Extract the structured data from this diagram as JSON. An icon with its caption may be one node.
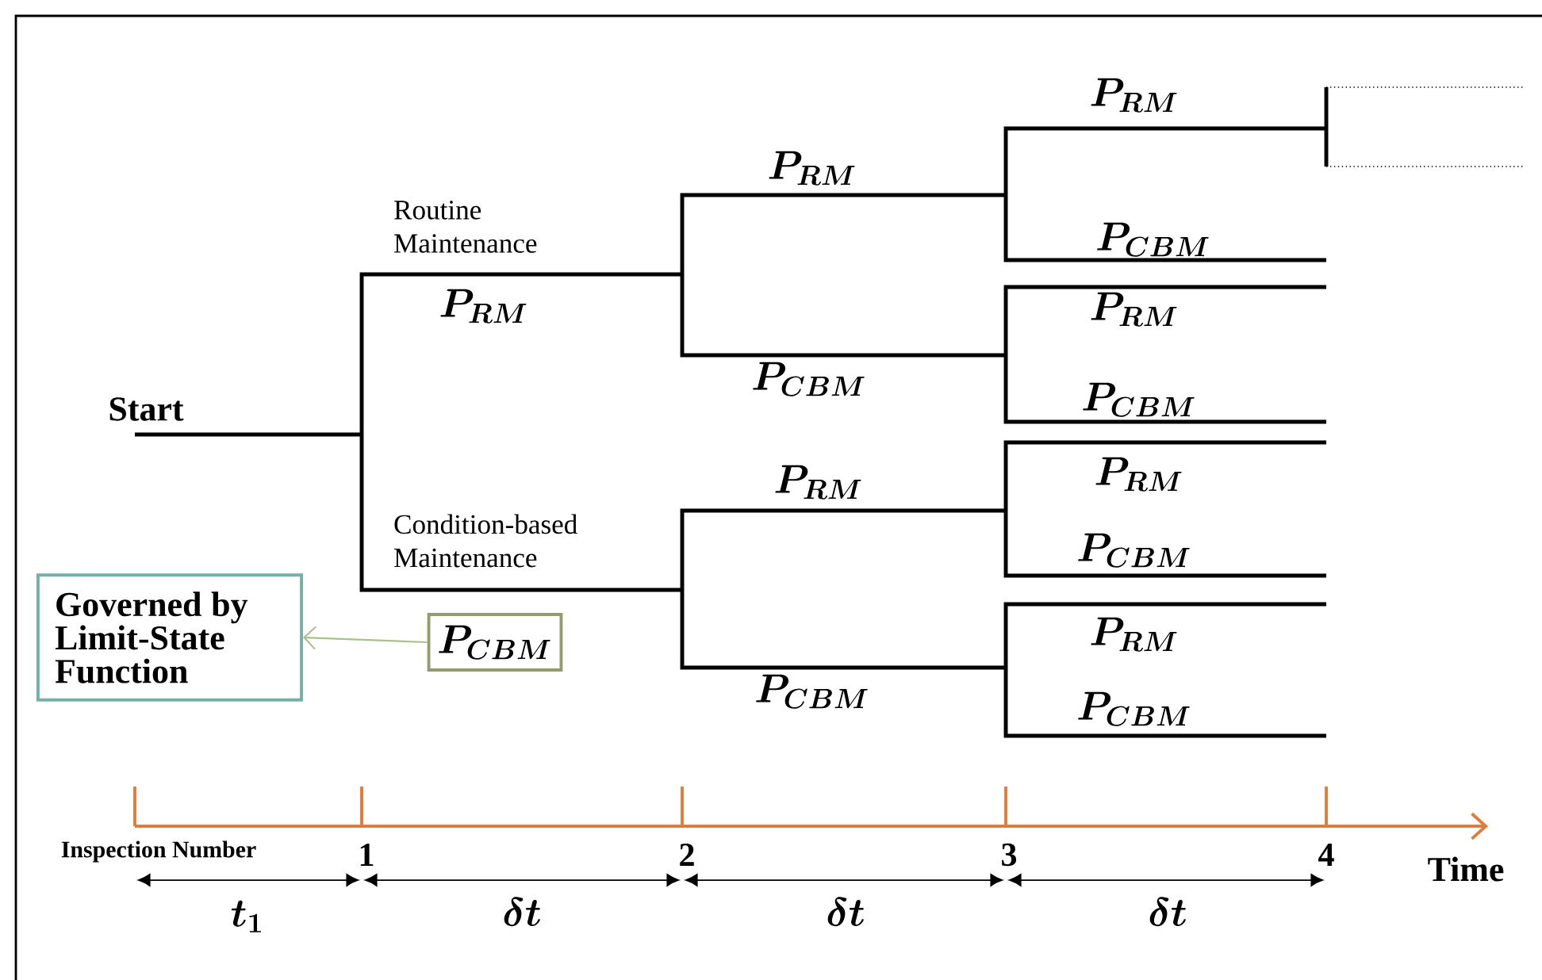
{
  "diagram": {
    "nodes": [
      {
        "text": [
          "Governed by Limit-State Function"
        ]
      },
      {
        "text": [
          "P_{CBM}"
        ]
      }
    ],
    "edges": [
      {
        "from": 1,
        "to": 0,
        "arrow": "to",
        "color": "#a9c08e"
      }
    ],
    "labels": [
      "Start",
      "Routine Maintenance",
      "P_{RM}",
      "Condition-based Maintenance",
      "P_{RM}",
      "P_{CBM}",
      "P_{RM}",
      "P_{CBM}",
      "P_{RM}",
      "P_{CBM}",
      "P_{RM}",
      "P_{CBM}",
      "P_{RM}",
      "P_{CBM}",
      "P_{RM}",
      "P_{CBM}",
      "Inspection Number",
      "1",
      "2",
      "3",
      "4",
      "Time",
      "t_1",
      "\\delta t",
      "\\delta t",
      "\\delta t"
    ]
  }
}
